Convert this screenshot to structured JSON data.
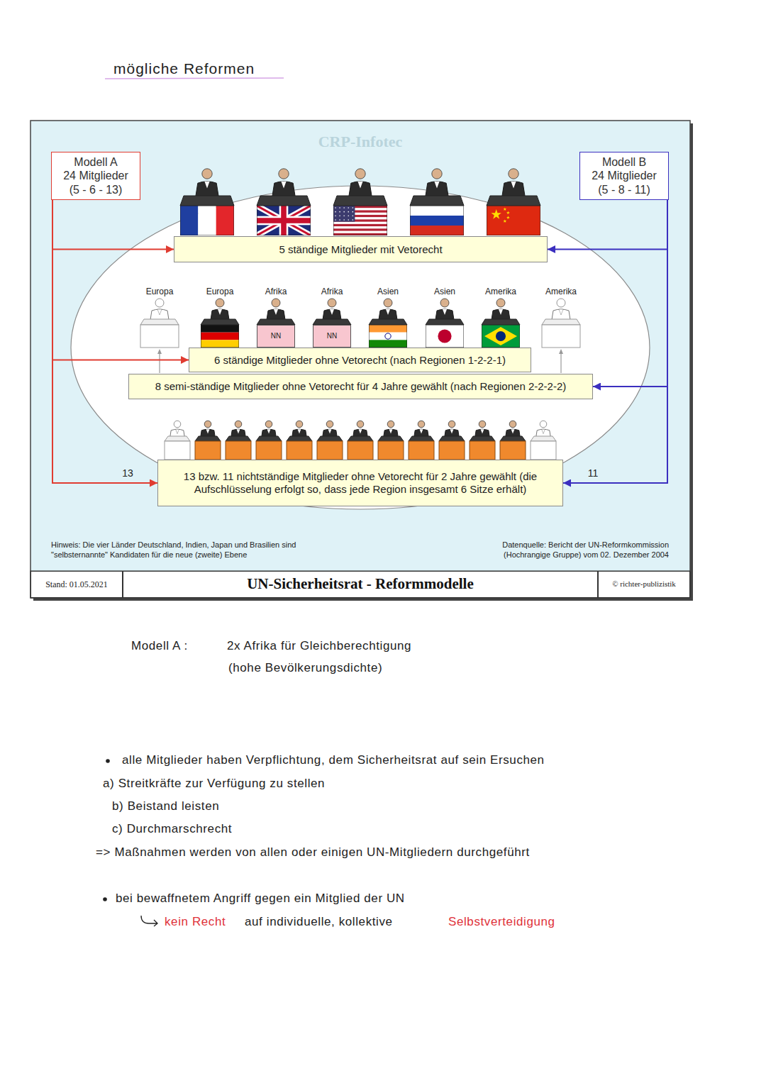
{
  "diagram": {
    "title": "mögliche Reformen",
    "nodes": [
      {
        "text": [
          "Modell A",
          "24 Mitglieder",
          "(5 - 6 - 13)"
        ]
      },
      {
        "text": [
          "Modell B",
          "24 Mitglieder",
          "(5 - 8 - 11)"
        ]
      },
      {
        "text": [
          "5 ständige Mitglieder mit Vetorecht"
        ]
      },
      {
        "text": [
          "NN"
        ]
      },
      {
        "text": [
          "NN"
        ]
      },
      {
        "text": [
          "6 ständige Mitglieder ohne Vetorecht (nach Regionen 1-2-2-1)"
        ]
      },
      {
        "text": [
          "8 semi-ständige Mitglieder ohne Vetorecht für 4 Jahre gewählt (nach Regionen 2-2-2-2)"
        ]
      },
      {
        "text": [
          "13 bzw. 11 nichtständige Mitglieder ohne Vetorecht für 2 Jahre gewählt (die Aufschlüsselung erfolgt so, dass jede Region insgesamt 6 Sitze erhält)"
        ]
      },
      {
        "text": [
          "Stand: 01.05.2021"
        ]
      },
      {
        "text": [
          "UN-Sicherheitsrat - Reformmodelle"
        ]
      },
      {
        "text": [
          "© richter-publizistik"
        ]
      }
    ],
    "edges": [
      {
        "from": 0,
        "to": 2,
        "arrow": "to"
      },
      {
        "from": 0,
        "to": 5,
        "arrow": "to"
      },
      {
        "from": 0,
        "to": 7,
        "arrow": "to"
      },
      {
        "from": 1,
        "to": 2,
        "arrow": "to"
      },
      {
        "from": 1,
        "to": 6,
        "arrow": "to"
      },
      {
        "from": 1,
        "to": 7,
        "arrow": "to"
      }
    ],
    "labels": [
      "CRP-Infotec",
      "Europa",
      "Europa",
      "Afrika",
      "Afrika",
      "Asien",
      "Asien",
      "Amerika",
      "Amerika",
      "13",
      "11",
      "Hinweis: Die vier Länder Deutschland, Indien, Japan und Brasilien sind \"selbsternannte\" Kandidaten für die neue (zweite) Ebene",
      "Datenquelle: Bericht der UN-Reformkommission (Hochrangige Gruppe) vom 02. Dezember 2004",
      "Modell A :",
      "2x Afrika für Gleichberechtigung",
      "(hohe Bevölkerungsdichte)",
      "alle Mitglieder haben Verpflichtung, dem Sicherheitsrat auf sein Ersuchen",
      "a) Streitkräfte zur Verfügung zu stellen",
      "b) Beistand leisten",
      "c) Durchmarschrecht",
      "=> Maßnahmen werden von allen oder einigen UN-Mitgliedern durchgeführt",
      "bei bewaffnetem Angriff gegen ein Mitglied der UN",
      "kein Recht",
      "auf individuelle, kollektive",
      "Selbstverteidigung"
    ]
  }
}
